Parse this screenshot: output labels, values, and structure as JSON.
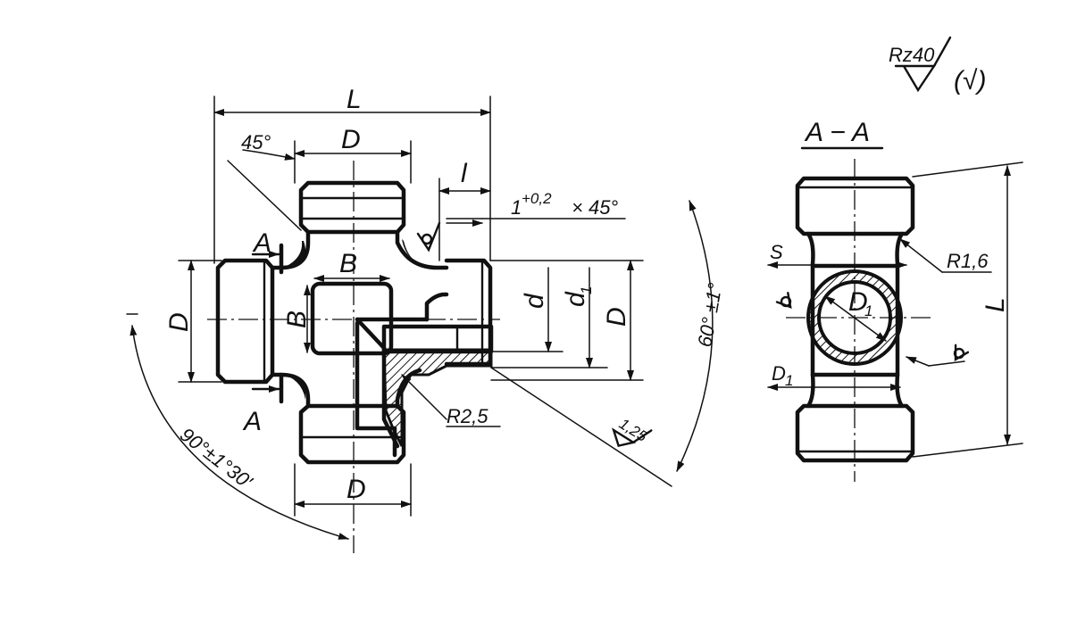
{
  "roughness": {
    "symbol": "Rz40",
    "general": "(√)"
  },
  "section_title": "A − A",
  "front_view": {
    "dim_L": "L",
    "dim_D_top": "D",
    "dim_D_bottom": "D",
    "dim_D_left": "D",
    "dim_D_right": "D",
    "dim_l": "l",
    "dim_B_horiz": "B",
    "dim_B_vert": "B",
    "dim_d": "d",
    "dim_d1": "d",
    "dim_d1_sub": "1",
    "angle_45": "45°",
    "chamfer": "1",
    "chamfer_tol": "+0,2",
    "chamfer_rest": "× 45°",
    "radius_R25": "R2,5",
    "roughness_125": "1,25",
    "angle_60": "60° ±1°",
    "angle_90": "90°±1°30′",
    "section_A_top": "A",
    "section_A_bottom": "A"
  },
  "side_view": {
    "dim_S": "S",
    "dim_R16": "R1,6",
    "dim_D1_inner": "D",
    "dim_D1_inner_sub": "1",
    "dim_D1_lower": "D",
    "dim_D1_lower_sub": "1",
    "dim_L": "L"
  }
}
